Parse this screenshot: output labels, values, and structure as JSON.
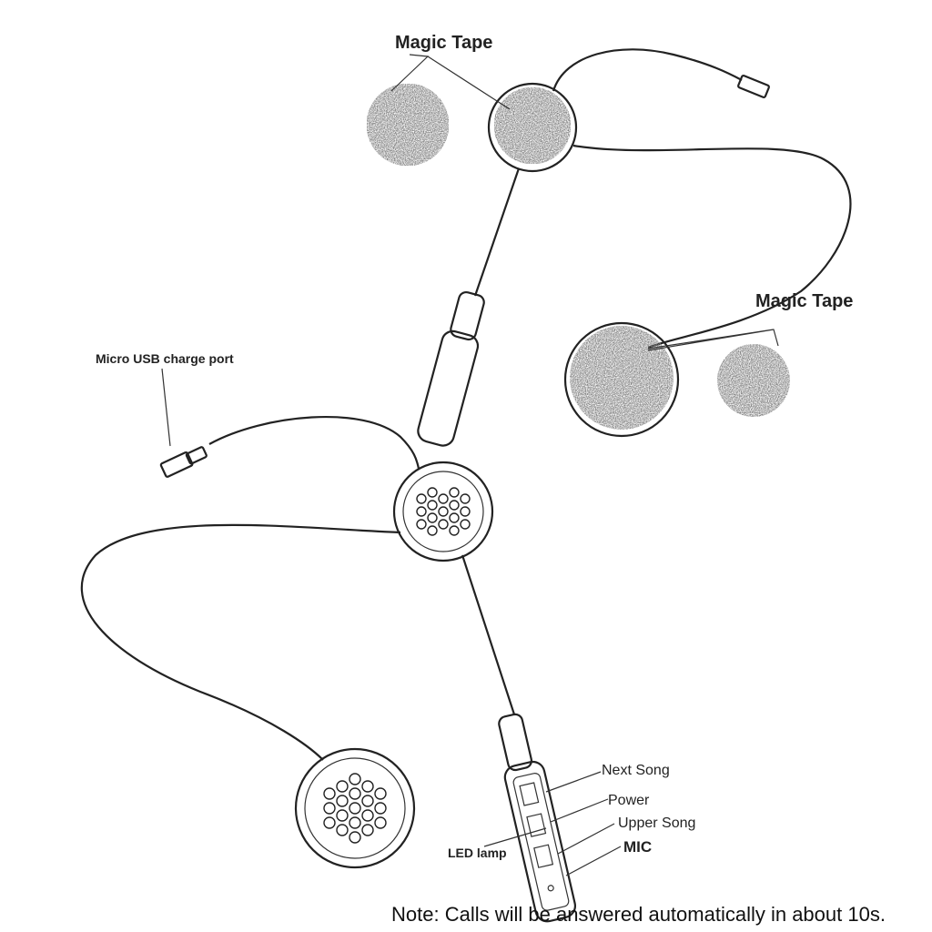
{
  "labels": {
    "magic_tape_top": "Magic Tape",
    "magic_tape_right": "Magic Tape",
    "micro_usb": "Micro USB charge port",
    "next_song": "Next Song",
    "power": "Power",
    "upper_song": "Upper Song",
    "mic": "MIC",
    "led_lamp": "LED lamp"
  },
  "note": "Note: Calls will be answered automatically in about 10s."
}
